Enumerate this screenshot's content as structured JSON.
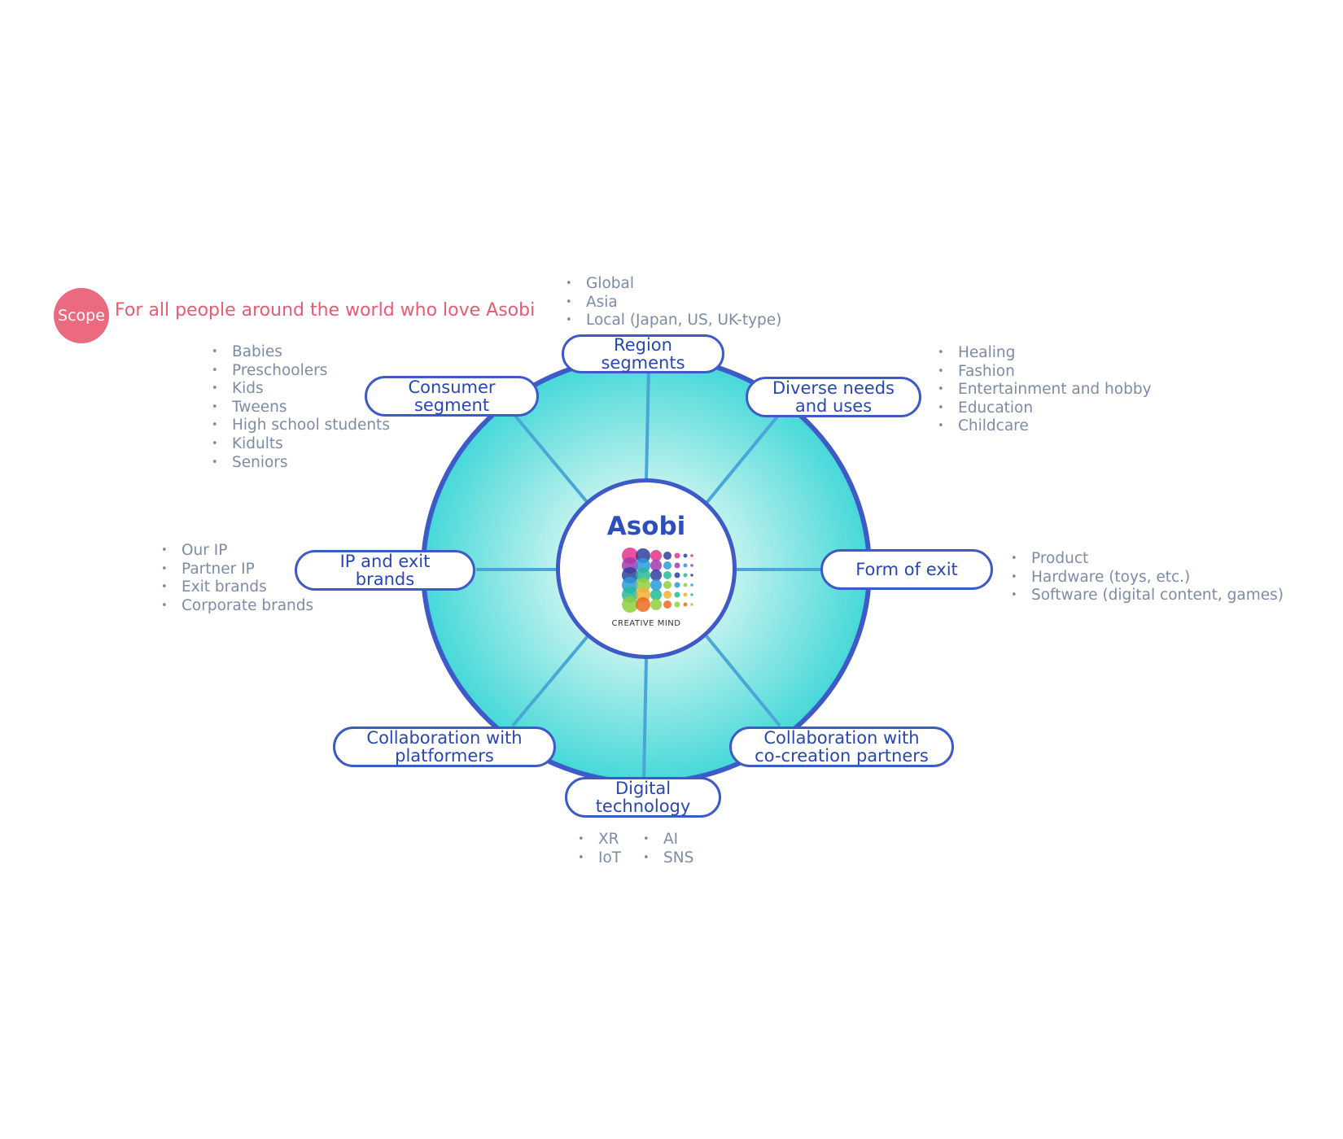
{
  "scope": {
    "badge": "Scope",
    "text": "For all people around the world who love Asobi"
  },
  "center": {
    "title": "Asobi",
    "subtitle": "CREATIVE MIND",
    "logo_colors": [
      "#e4328a",
      "#a13ab0",
      "#2f3f9e",
      "#2a9ad8",
      "#27b99a",
      "#8fcf3d",
      "#f2b233",
      "#ec6a1f"
    ]
  },
  "segments": {
    "region": {
      "label": "Region\nsegments",
      "items": [
        "Global",
        "Asia",
        "Local (Japan, US, UK-type)"
      ]
    },
    "diverse": {
      "label": "Diverse needs\nand uses",
      "items": [
        "Healing",
        "Fashion",
        "Entertainment and hobby",
        "Education",
        "Childcare"
      ]
    },
    "form": {
      "label": "Form of exit",
      "items": [
        "Product",
        "Hardware (toys, etc.)",
        "Software (digital content, games)"
      ]
    },
    "cocreation": {
      "label": "Collaboration with\nco-creation partners",
      "items": []
    },
    "digital": {
      "label": "Digital\ntechnology",
      "items_left": [
        "XR",
        "IoT"
      ],
      "items_right": [
        "AI",
        "SNS"
      ]
    },
    "platformers": {
      "label": "Collaboration with\nplatformers",
      "items": []
    },
    "ip": {
      "label": "IP and exit\nbrands",
      "items": [
        "Our IP",
        "Partner IP",
        "Exit brands",
        "Corporate brands"
      ]
    },
    "consumer": {
      "label": "Consumer\nsegment",
      "items": [
        "Babies",
        "Preschoolers",
        "Kids",
        "Tweens",
        "High school students",
        "Kidults",
        "Seniors"
      ]
    }
  },
  "colors": {
    "ring_stroke": "#3d5ac7",
    "spoke": "#4aa6d6",
    "fill_center": "#f4fdfc",
    "fill_edge": "#46d8d9",
    "scope_accent": "#ec6a80",
    "list_text": "#7d8ba6"
  }
}
